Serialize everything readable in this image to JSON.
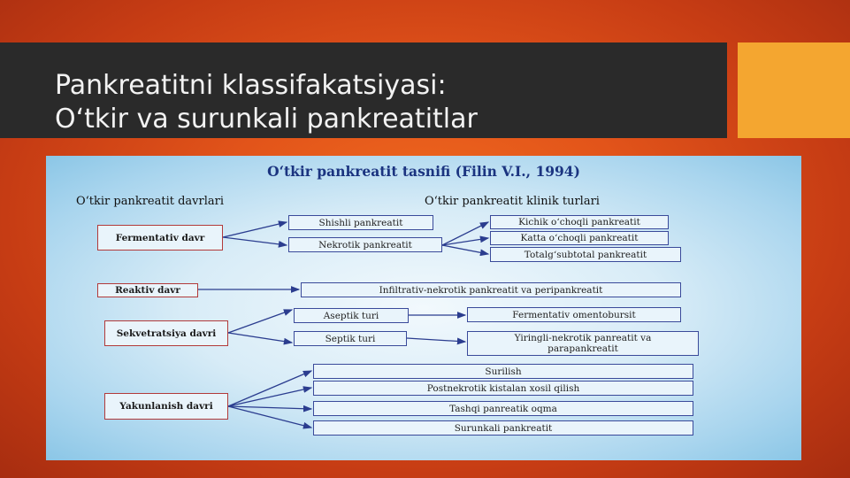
{
  "slide": {
    "title_line1": "Pankreatitni klassifakatsiyasi:",
    "title_line2": "O‘tkir va surunkali pankreatitlar"
  },
  "diagram": {
    "title": "O‘tkir pankreatit tasnifi  (Filin V.I., 1994)",
    "left_header": "O‘tkir pankreatit davrlari",
    "right_header": "O‘tkir pankreatit klinik turlari",
    "stages": [
      {
        "id": "fermentativ",
        "label": "Fermentativ davr"
      },
      {
        "id": "reaktiv",
        "label": "Reaktiv davr"
      },
      {
        "id": "sekvestratsiya",
        "label": "Sekvetratsiya davri"
      },
      {
        "id": "yakunlanish",
        "label": "Yakunlanish davri"
      }
    ],
    "forms": {
      "shishli": "Shishli pankreatit",
      "nekrotik": "Nekrotik pankreatit",
      "kichik": "Kichik o‘choqli pankreatit",
      "katta": "Katta o‘choqli pankreatit",
      "total": "Totalg‘subtotal pankreatit",
      "infiltrativ": "Infiltrativ-nekrotik  pankreatit va peripankreatit",
      "aseptik": "Aseptik turi",
      "septik": "Septik turi",
      "omentobursit": "Fermentativ omentobursit",
      "yiringli": "Yiringli-nekrotik panreatit va parapankreatit",
      "surilish": "Surilish",
      "postnekrotik": "Postnekrotik kistalan xosil qilish",
      "tashqi": "Tashqi panreatik oqma",
      "surunkali": "Surunkali pankreatit"
    }
  }
}
